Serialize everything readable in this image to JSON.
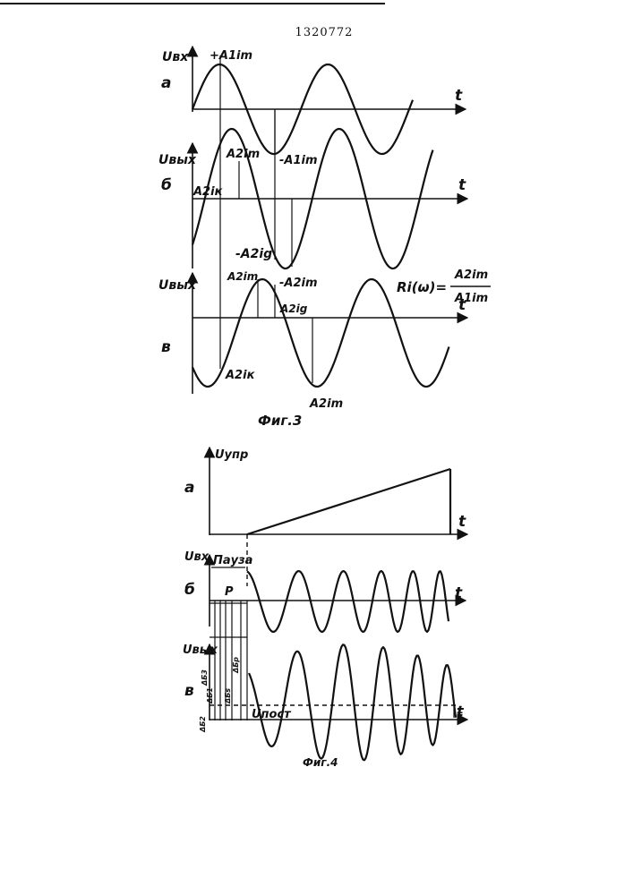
{
  "header": {
    "patent_number": "1320772"
  },
  "fig3": {
    "caption": "Фиг.3",
    "t": "t",
    "a": {
      "letter": "а",
      "axis": "Uвх",
      "peak": "+A1im",
      "trough": "-A1im"
    },
    "b": {
      "letter": "б",
      "axis": "Uвых",
      "peak": "A2im",
      "start": "A2iк",
      "neg_g": "-A2ig",
      "trough": "-A2im"
    },
    "v": {
      "letter": "в",
      "axis": "Uвых",
      "peak": "A2im",
      "g": "A2ig",
      "k": "A2iк",
      "trough": "A2im"
    },
    "formula": {
      "lhs": "Ri(ω)=",
      "num": "A2im",
      "den": "A1im"
    }
  },
  "fig4": {
    "caption": "Фиг.4",
    "t": "t",
    "a": {
      "letter": "а",
      "axis": "Uупр"
    },
    "b": {
      "letter": "б",
      "axis": "Uвх",
      "pause": "Пауза",
      "p": "P"
    },
    "v": {
      "letter": "в",
      "axis": "Uвых",
      "const": "Uпост",
      "dt": "t"
    },
    "bars": [
      "ΔБ2",
      "ΔБ1",
      "ΔБ3",
      "ΔБs",
      "ΔБp"
    ]
  }
}
